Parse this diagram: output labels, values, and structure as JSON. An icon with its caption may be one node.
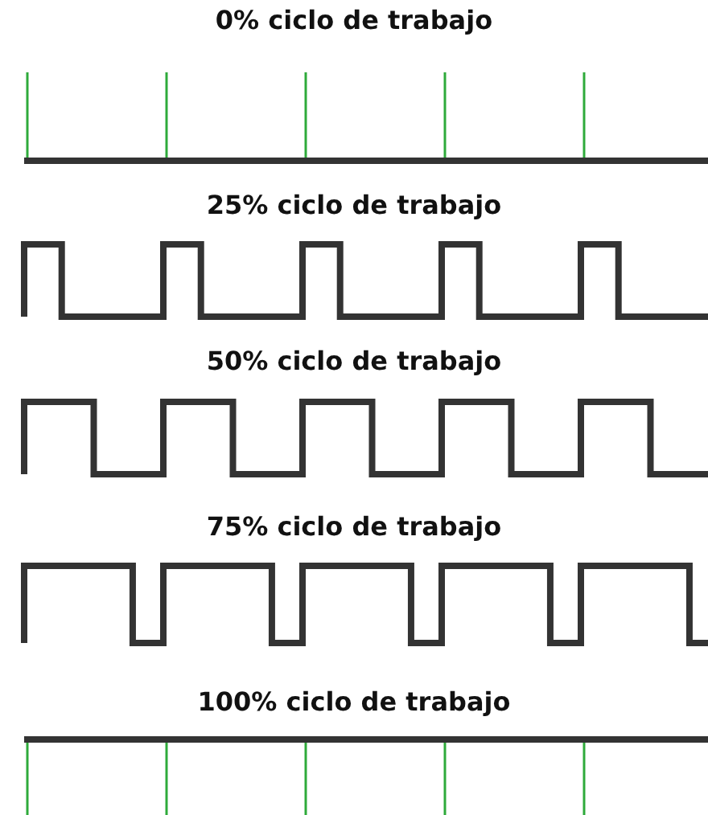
{
  "diagram": {
    "labels": [
      "0% ciclo de trabajo",
      "25% ciclo de trabajo",
      "50% ciclo de trabajo",
      "75% ciclo de trabajo",
      "100% ciclo de trabajo"
    ]
  }
}
